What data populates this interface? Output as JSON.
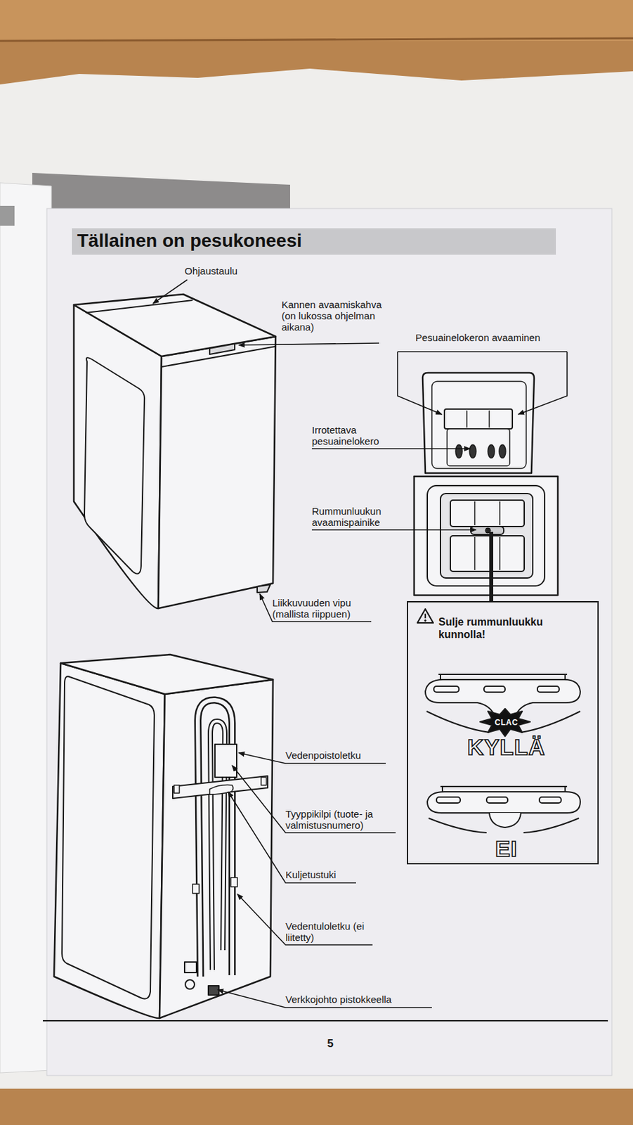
{
  "diagram": {
    "title": "Tällainen on pesukoneesi",
    "nodes": [
      {
        "text": [
          "Sulje rummunluukku kunnolla!",
          "CLAC",
          "KYLLÄ",
          "EI"
        ]
      }
    ],
    "labels": [
      "Ohjaustaulu",
      "Kannen avaamiskahva (on lukossa ohjelman aikana)",
      "Pesuainelokeron avaaminen",
      "Irrotettava pesuainelokero",
      "Rummunluukun avaamispainike",
      "Liikkuvuuden vipu (mallista riippuen)",
      "Vedenpoistoletku",
      "Tyyppikilpi (tuote- ja valmistusnumero)",
      "Kuljetustuki",
      "Vedentuloletku (ei liitetty)",
      "Verkkojohto pistokkeella",
      "5"
    ]
  }
}
